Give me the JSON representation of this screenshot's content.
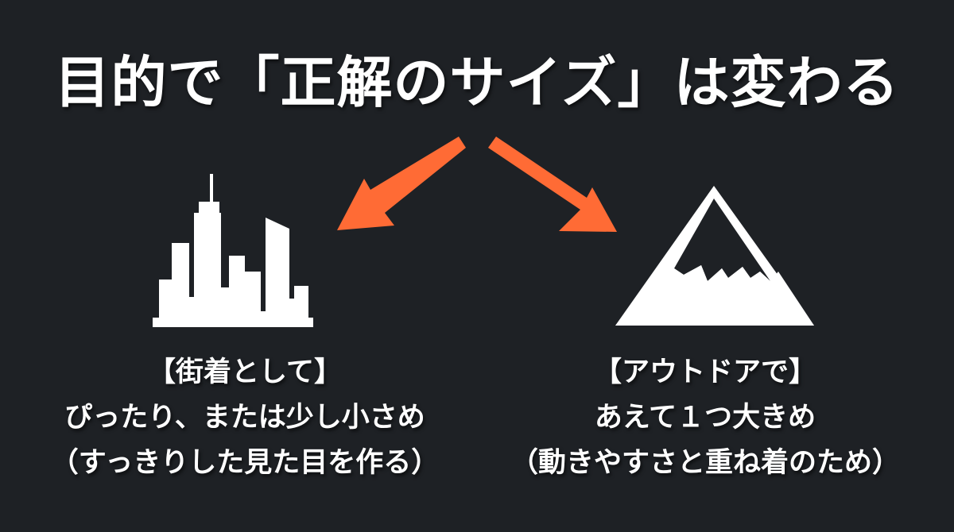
{
  "title": "目的で「正解のサイズ」は変わる",
  "colors": {
    "background": "#1e2125",
    "text": "#ffffff",
    "arrow": "#ff6b35"
  },
  "left_panel": {
    "icon": "city-skyline-icon",
    "heading": "【街着として】",
    "line1": "ぴったり、または少し小さめ",
    "line2": "（すっきりした見た目を作る）"
  },
  "right_panel": {
    "icon": "mountain-icon",
    "heading": "【アウトドアで】",
    "line1": "あえて１つ大きめ",
    "line2": "（動きやすさと重ね着のため）"
  },
  "arrows": [
    {
      "direction": "down-left",
      "icon": "arrow-down-left-icon"
    },
    {
      "direction": "down-right",
      "icon": "arrow-down-right-icon"
    }
  ]
}
